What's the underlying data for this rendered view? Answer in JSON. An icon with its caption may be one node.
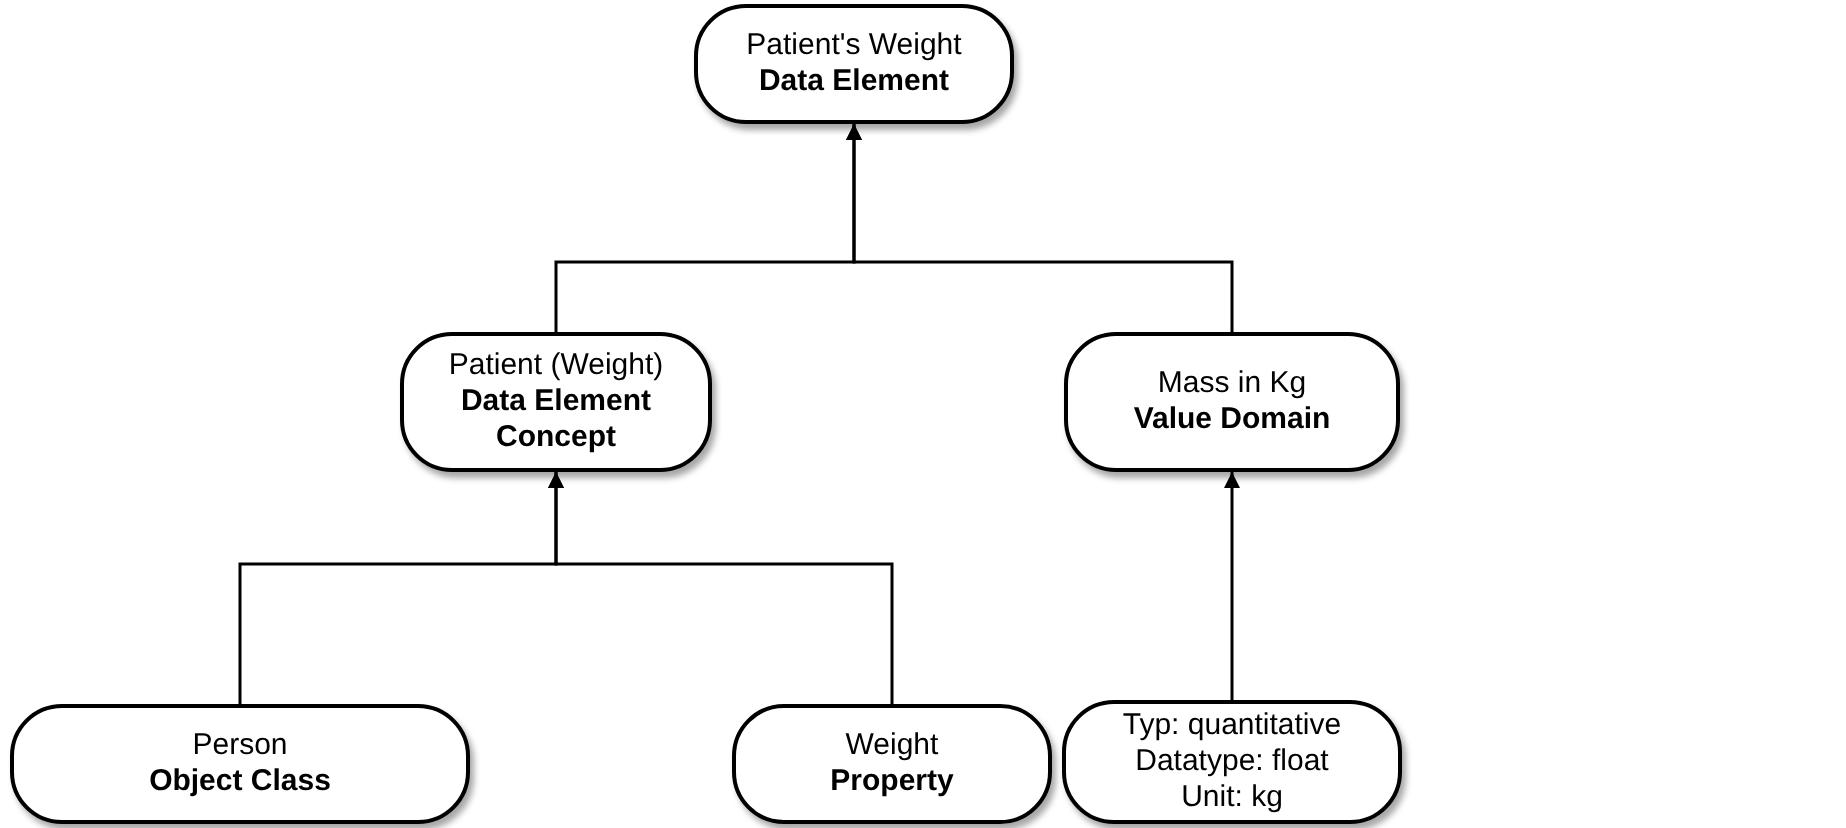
{
  "diagram": {
    "nodes": [
      {
        "text": [
          "Patient's Weight",
          "Data Element"
        ]
      },
      {
        "text": [
          "Patient (Weight)",
          "Data Element Concept"
        ]
      },
      {
        "text": [
          "Mass in Kg",
          "Value Domain"
        ]
      },
      {
        "text": [
          "Person",
          "Object Class"
        ]
      },
      {
        "text": [
          "Weight",
          "Property"
        ]
      },
      {
        "text": [
          "Typ: quantitative",
          "Datatype: float",
          "Unit: kg"
        ]
      }
    ],
    "edges": [
      {
        "from": 1,
        "to": 0,
        "arrow": "to"
      },
      {
        "from": 2,
        "to": 0,
        "arrow": "to"
      },
      {
        "from": 3,
        "to": 1,
        "arrow": "to"
      },
      {
        "from": 4,
        "to": 1,
        "arrow": "to"
      },
      {
        "from": 5,
        "to": 2,
        "arrow": "to"
      }
    ]
  }
}
